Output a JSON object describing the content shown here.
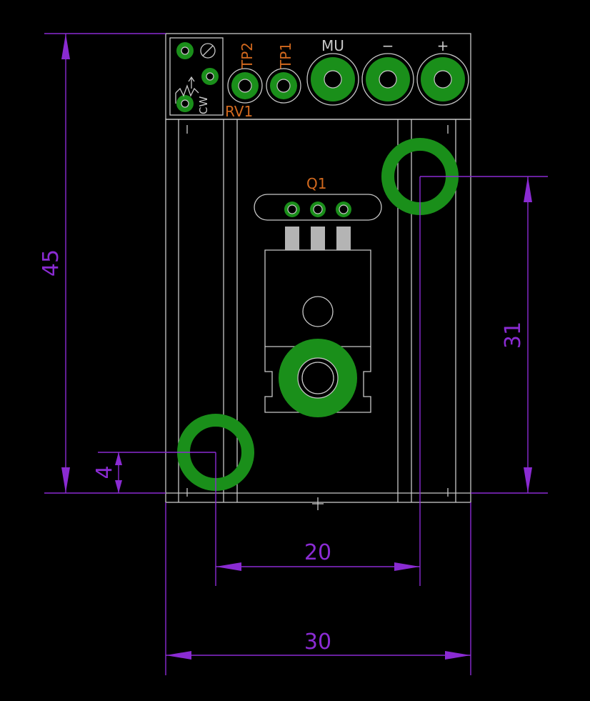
{
  "dimensions": {
    "height_overall": "45",
    "width_overall": "30",
    "mount_hole_spacing_x": "20",
    "mount_hole_spacing_y": "31",
    "mount_hole_offset": "4"
  },
  "components": {
    "trimpot": {
      "ref": "RV1",
      "cw_label": "CW"
    },
    "test_points": [
      {
        "ref": "TP2"
      },
      {
        "ref": "TP1"
      }
    ],
    "terminals": [
      {
        "label": "MU"
      },
      {
        "label": "−"
      },
      {
        "label": "+"
      }
    ],
    "transistor": {
      "ref": "Q1"
    }
  },
  "colors": {
    "pad": "#1a8f1a",
    "outline": "#c8c8c8",
    "dimension": "#8a2bd2",
    "reference": "#d2691e",
    "background": "#000000"
  }
}
